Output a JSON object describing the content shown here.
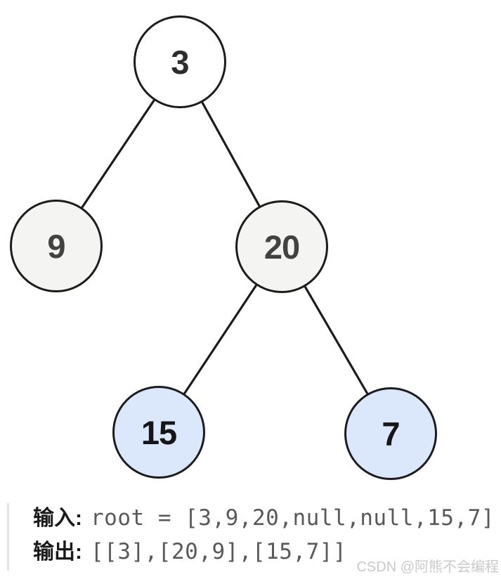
{
  "tree": {
    "nodes": [
      {
        "value": "3",
        "variant": "white",
        "fill": "#ffffff"
      },
      {
        "value": "9",
        "variant": "gray",
        "fill": "#f4f4f3"
      },
      {
        "value": "20",
        "variant": "gray",
        "fill": "#f4f4f3"
      },
      {
        "value": "15",
        "variant": "blue",
        "fill": "#dbe7fa"
      },
      {
        "value": "7",
        "variant": "blue",
        "fill": "#dbe7fa"
      }
    ],
    "edges": [
      [
        "3",
        "9"
      ],
      [
        "3",
        "20"
      ],
      [
        "20",
        "15"
      ],
      [
        "20",
        "7"
      ]
    ],
    "edge_color": "#1c1c1c"
  },
  "io": {
    "input_label": "输入:",
    "input_value": "root = [3,9,20,null,null,15,7]",
    "output_label": "输出:",
    "output_value": "[[3],[20,9],[15,7]]"
  },
  "watermark": "CSDN @阿熊不会编程",
  "colors": {
    "node_white": "#ffffff",
    "node_gray": "#f4f4f3",
    "node_blue": "#dbe7fa",
    "stroke": "#1c1c1c",
    "code_text": "#595959",
    "label_text": "#1a1a1a",
    "left_rule": "#e3e3e3",
    "watermark_text": "#c9c9c9"
  }
}
